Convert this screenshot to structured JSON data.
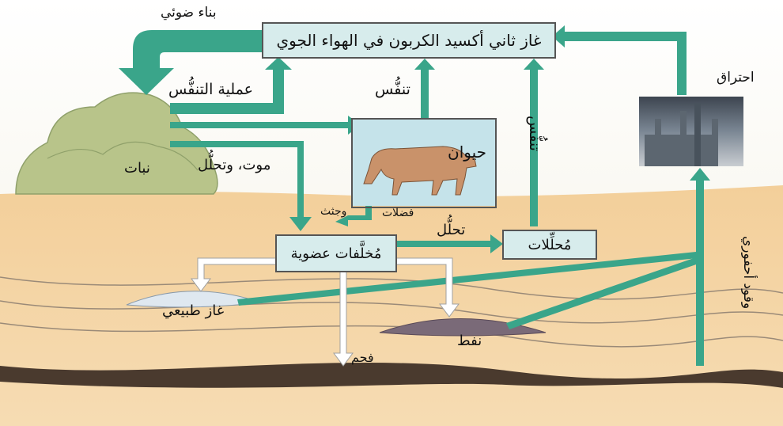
{
  "diagram": {
    "boxes": {
      "atmosphere": "غاز ثاني أكسيد الكربون في الهواء الجوي",
      "animal": "حيوان",
      "organic_remains": "مُخلَّفات عضوية",
      "decomposers": "مُحلِّلات"
    },
    "labels": {
      "photosynthesis": "بناء ضوئي",
      "plant_respiration": "عملية التنفُّس",
      "plant": "نبات",
      "death_decay": "موت، وتحلُّل",
      "animal_respiration": "تنفُّس",
      "decomposer_respiration": "تنفُّس",
      "combustion": "احتراق",
      "wastes": "فضلات",
      "carcasses": "وجثث",
      "decomposition": "تحلُّل",
      "natural_gas": "غاز طبيعي",
      "oil": "نفط",
      "coal": "فحم",
      "fossil_fuel": "وقود أحفوري"
    },
    "colors": {
      "arrow": "#3aa58a",
      "box_fill": "#d7ecec",
      "soil": "#f0c890",
      "plant": "#b8c48a"
    }
  }
}
